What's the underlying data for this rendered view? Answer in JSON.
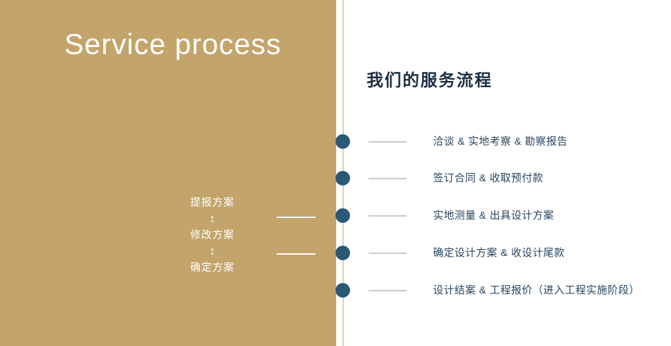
{
  "colors": {
    "panel_tan": "#c3a46a",
    "dot_blue": "#2b5875",
    "heading_color": "#1c2f42",
    "row_text_color": "#27455f",
    "connector_gray": "#c9c9c9",
    "divider": "#d7d2c8"
  },
  "left": {
    "title": "Service process",
    "steps": [
      "提报方案",
      "修改方案",
      "确定方案"
    ],
    "arrow_glyph": "↕"
  },
  "right": {
    "heading": "我们的服务流程",
    "rows": [
      "洽谈 & 实地考察 & 勘察报告",
      "签订合同 & 收取预付款",
      "实地测量 & 出具设计方案",
      "确定设计方案 & 收设计尾款",
      "设计结案 & 工程报价（进入工程实施阶段）"
    ]
  }
}
